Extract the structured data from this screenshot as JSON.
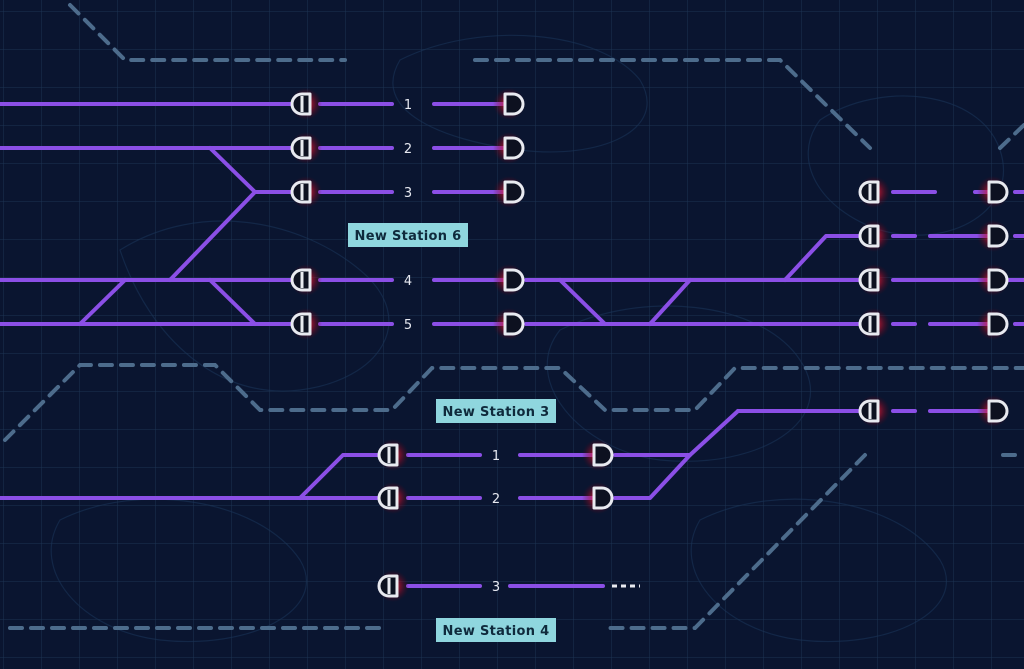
{
  "game": {
    "colors": {
      "background": "#0a1530",
      "grid": "#1c3352",
      "track": "#8b4fe6",
      "path": "#4d6c8c",
      "label_bg": "#8fd6de",
      "label_text": "#0f2a3c",
      "signal_fill": "#0d1120",
      "signal_stroke": "#e8eaf0",
      "signal_glow": "#ff2a3a",
      "number_text": "#e6e8f0"
    },
    "stations": [
      {
        "name": "New Station 6",
        "tracks": [
          "1",
          "2",
          "3",
          "4",
          "5"
        ]
      },
      {
        "name": "New Station 3",
        "tracks": [
          "1",
          "2"
        ]
      },
      {
        "name": "New Station 4",
        "tracks": [
          "3"
        ]
      }
    ]
  }
}
